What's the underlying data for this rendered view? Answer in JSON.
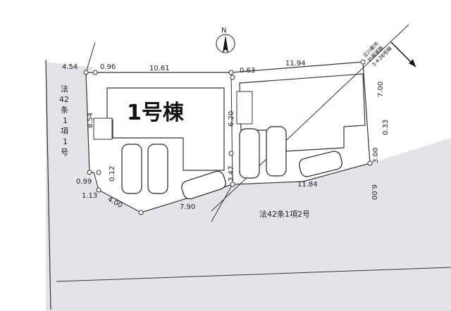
{
  "north_label": "N",
  "building_label": "1号棟",
  "roads": {
    "left": [
      "法",
      "42",
      "条",
      "1",
      "項",
      "1",
      "号"
    ],
    "bottom": "法42条1項2号",
    "planned": [
      "立川都市",
      "計画道路",
      "3·4·26号線"
    ]
  },
  "dimensions": {
    "d454": "4.54",
    "d096": "0.96",
    "d1061": "10.61",
    "d063": "0.63",
    "d1194": "11.94",
    "d700": "7.00",
    "d033": "0.33",
    "d300": "3.00",
    "d600": "6.00",
    "d1184": "11.84",
    "d620": "6.20",
    "d347": "3.47",
    "d854": "8.54",
    "d012": "0.12",
    "d099": "0.99",
    "d113": "1.13",
    "d400": "4.00",
    "d790": "7.90"
  },
  "colors": {
    "road": "#e4e4e8",
    "line": "#333333"
  }
}
